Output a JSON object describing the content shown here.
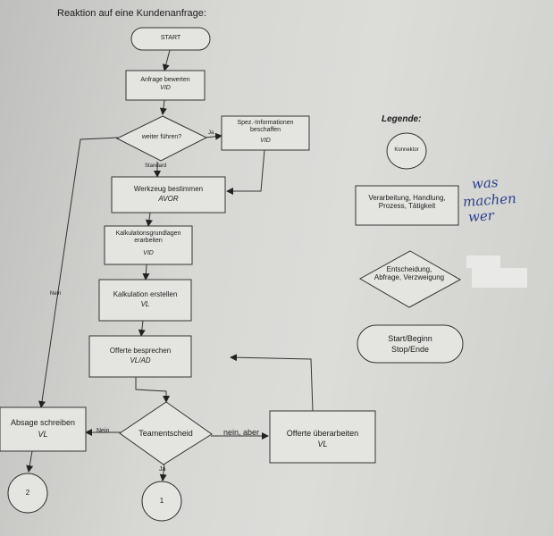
{
  "title": "Reaktion auf eine Kundenanfrage:",
  "nodes": {
    "start": {
      "text": "START"
    },
    "anfrage": {
      "text": "Anfrage bewerten",
      "role": "VID"
    },
    "weiter": {
      "text": "weiter führen?"
    },
    "spez": {
      "text": "Spez.-Informationen beschaffen",
      "role": "VID"
    },
    "werkzeug": {
      "text": "Werkzeug bestimmen",
      "role": "AVOR"
    },
    "kalkgrund": {
      "text": "Kalkulationsgrundlagen erarbeiten",
      "role": "VID"
    },
    "kalkerst": {
      "text": "Kalkulation erstellen",
      "role": "VL"
    },
    "offerte": {
      "text": "Offerte besprechen",
      "role": "VL/AD"
    },
    "teamentscheid": {
      "text": "Teamentscheid"
    },
    "absage": {
      "text": "Absage schreiben",
      "role": "VL"
    },
    "ueberarbeiten": {
      "text": "Offerte überarbeiten",
      "role": "VL"
    },
    "konnektor1": {
      "text": "1"
    },
    "konnektor2": {
      "text": "2"
    }
  },
  "edge_labels": {
    "ja1": "Ja",
    "standard": "Standard",
    "nein1": "Nein",
    "nein2": "Nein",
    "nein_aber": "nein, aber",
    "ja2": "Ja"
  },
  "legend": {
    "title": "Legende:",
    "connector": "Konnektor",
    "process": "Verarbeitung, Handlung, Prozess, Tätigkeit",
    "decision": "Entscheidung, Abfrage, Verzweigung",
    "terminal_line1": "Start/Beginn",
    "terminal_line2": "Stop/Ende"
  },
  "handwritten": [
    "was",
    "machen",
    "wer"
  ]
}
